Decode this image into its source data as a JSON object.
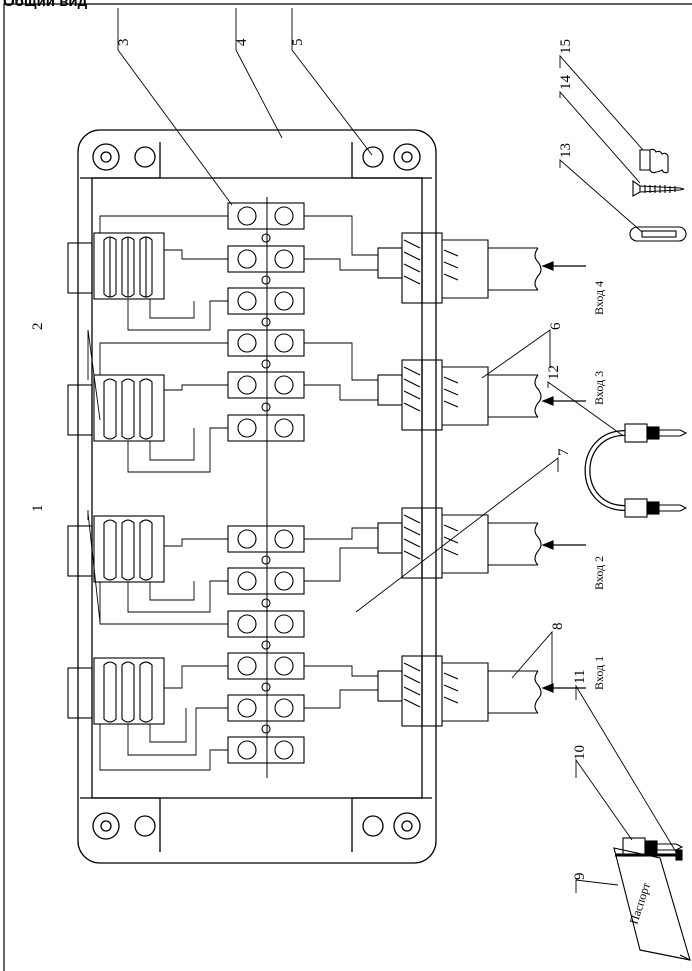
{
  "title": "Общий вид",
  "callouts": [
    "1",
    "2",
    "3",
    "4",
    "5",
    "6",
    "7",
    "8",
    "9",
    "10",
    "11",
    "12",
    "13",
    "14",
    "15"
  ],
  "inputs": [
    "Вход 4",
    "Вход 3",
    "Вход 2",
    "Вход 1"
  ],
  "passport_label": "Паспорт",
  "colors": {
    "line": "#000000",
    "background": "#ffffff"
  }
}
